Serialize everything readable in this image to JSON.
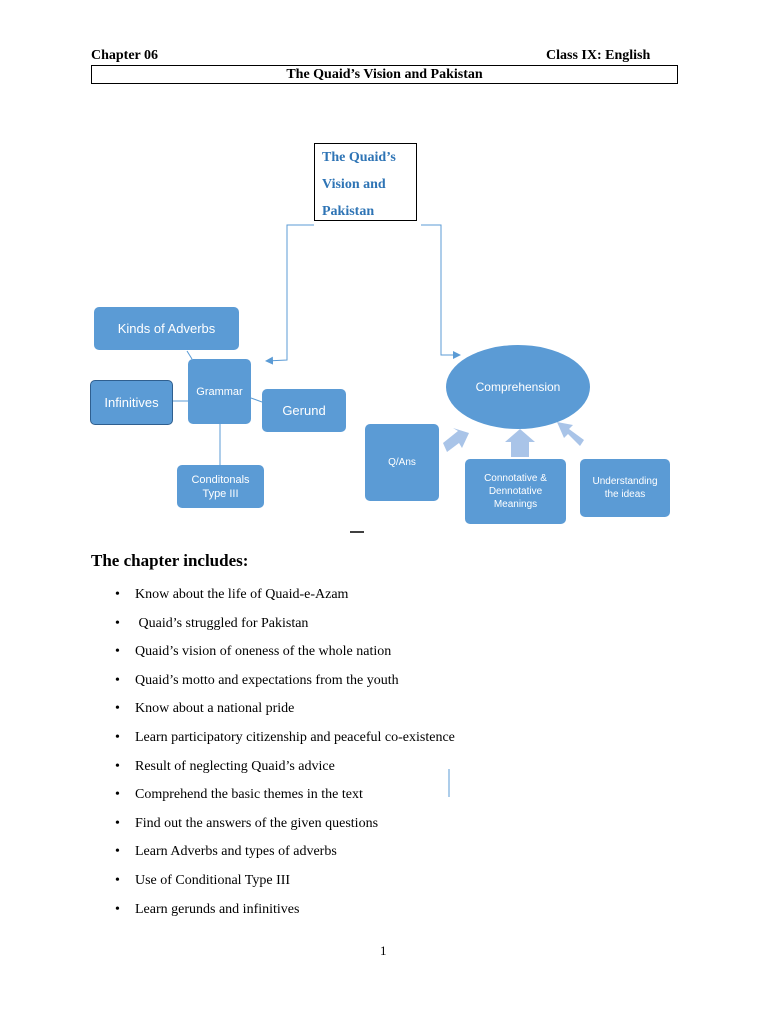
{
  "header": {
    "chapter": "Chapter 06",
    "class_label": "Class IX:  English",
    "title": "The Quaid’s Vision and Pakistan"
  },
  "concept_map": {
    "root": [
      "The Quaid’s",
      "Vision and",
      "Pakistan"
    ],
    "grammar": {
      "label": "Grammar",
      "kinds_of_adverbs": "Kinds of Adverbs",
      "infinitives": "Infinitives",
      "gerund": "Gerund",
      "conditionals": [
        "Conditonals",
        "Type III"
      ]
    },
    "comprehension": {
      "label": "Comprehension",
      "qa": "Q/Ans",
      "connotative": [
        "Connotative &",
        "Dennotative",
        "Meanings"
      ],
      "understanding": [
        "Understanding",
        "the  ideas"
      ]
    },
    "colors": {
      "node_fill": "#5b9bd5",
      "connector": "#5b9bd5",
      "arrow_fill": "#a9c4e8",
      "root_text": "#2e74b5"
    }
  },
  "chapter_includes": {
    "heading": "The chapter includes:",
    "items": [
      "Know about the life of Quaid-e-Azam",
      " Quaid’s struggled for Pakistan",
      "Quaid’s vision of oneness of the whole nation",
      "Quaid’s motto and expectations from the youth",
      "Know about a national pride",
      "Learn participatory citizenship and peaceful co-existence",
      "Result of neglecting Quaid’s advice",
      "Comprehend the basic themes in the text",
      "Find out the answers of the given questions",
      "Learn Adverbs and types of adverbs",
      "Use of Conditional Type III",
      "Learn gerunds and infinitives"
    ]
  },
  "footer": {
    "page_number": "1"
  }
}
